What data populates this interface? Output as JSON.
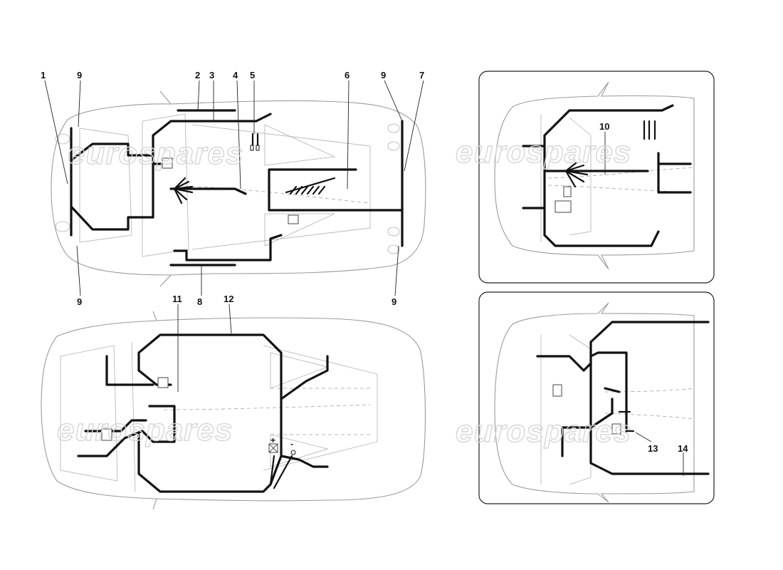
{
  "callouts": {
    "c1": "1",
    "c2": "2",
    "c3": "3",
    "c4": "4",
    "c5": "5",
    "c6": "6",
    "c7": "7",
    "c8": "8",
    "c9": "9",
    "c10": "10",
    "c11": "11",
    "c12": "12",
    "c13": "13",
    "c14": "14"
  },
  "watermark": "eurospares",
  "battery": {
    "plus": "+",
    "minus": "-"
  },
  "colors": {
    "wire": "#111111",
    "body_outline": "#9a9a9a",
    "frame": "#222222"
  }
}
